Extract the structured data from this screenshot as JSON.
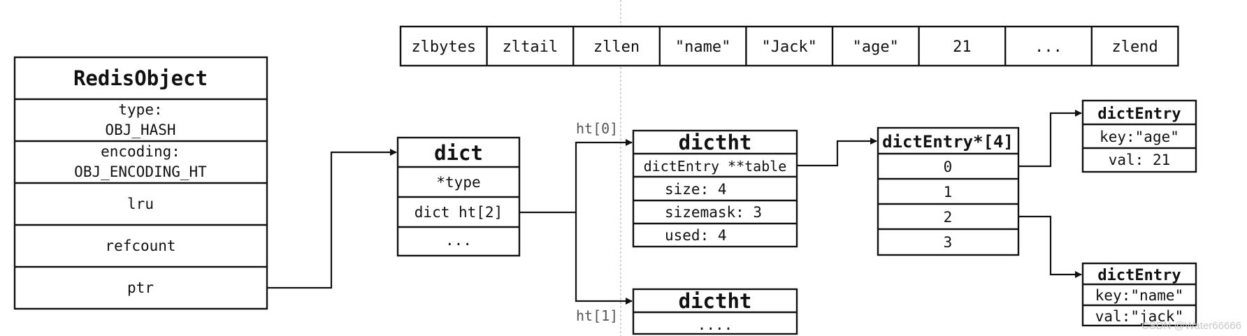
{
  "ziplist": [
    "zlbytes",
    "zltail",
    "zllen",
    "\"name\"",
    "\"Jack\"",
    "\"age\"",
    "21",
    "...",
    "zlend"
  ],
  "redis_object": {
    "title": "RedisObject",
    "fields": [
      [
        "type:",
        "OBJ_HASH"
      ],
      [
        "encoding:",
        "OBJ_ENCODING_HT"
      ],
      [
        "lru"
      ],
      [
        "refcount"
      ],
      [
        "ptr"
      ]
    ]
  },
  "dict": {
    "title": "dict",
    "fields": [
      "*type",
      "dict ht[2]",
      "..."
    ]
  },
  "dictht0": {
    "label": "ht[0]",
    "title": "dictht",
    "fields": [
      "dictEntry **table",
      "size: 4",
      "sizemask: 3",
      "used: 4"
    ]
  },
  "dictht1": {
    "label": "ht[1]",
    "title": "dictht",
    "fields": [
      "...."
    ]
  },
  "table": {
    "title": "dictEntry*[4]",
    "slots": [
      "0",
      "1",
      "2",
      "3"
    ]
  },
  "entry_age": {
    "title": "dictEntry",
    "fields": [
      "key:\"age\"",
      "val: 21"
    ]
  },
  "entry_name": {
    "title": "dictEntry",
    "fields": [
      "key:\"name\"",
      "val:\"jack\""
    ]
  },
  "watermark": "CSDN @Water66666"
}
